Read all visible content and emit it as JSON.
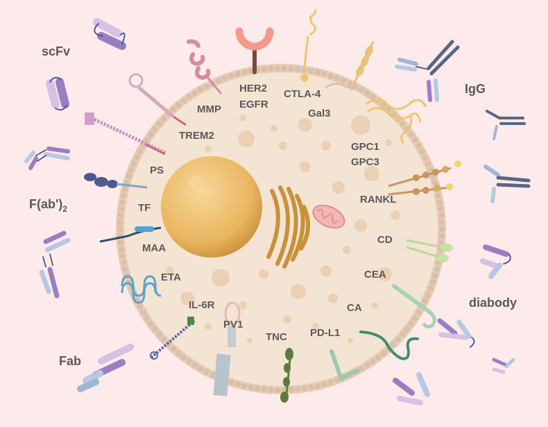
{
  "receptors": {
    "her2": "HER2",
    "egfr": "EGFR",
    "ctla4": "CTLA-4",
    "mmp": "MMP",
    "gal3": "Gal3",
    "trem2": "TREM2",
    "gpc1": "GPC1",
    "gpc3": "GPC3",
    "ps": "PS",
    "rankl": "RANKL",
    "tf": "TF",
    "cd": "CD",
    "maa": "MAA",
    "cea": "CEA",
    "eta": "ETA",
    "il6r": "IL-6R",
    "ca": "CA",
    "pv1": "PV1",
    "tnc": "TNC",
    "pdl1": "PD-L1"
  },
  "antibody_formats": {
    "scfv": "scFv",
    "igg": "IgG",
    "fab2_main": "F(ab')",
    "fab2_sub": "2",
    "diabody": "diabody",
    "fab": "Fab"
  },
  "colors": {
    "background": "#fcebea",
    "cell": "#f4e4d4",
    "membrane": "#d9bfa8",
    "nucleus": "#e9b866",
    "golgi": "#c8913a",
    "label": "#5a5a5a",
    "antibody_purple": "#9d86c0",
    "antibody_blue": "#9fb6d6",
    "antibody_navy": "#5a6685"
  }
}
